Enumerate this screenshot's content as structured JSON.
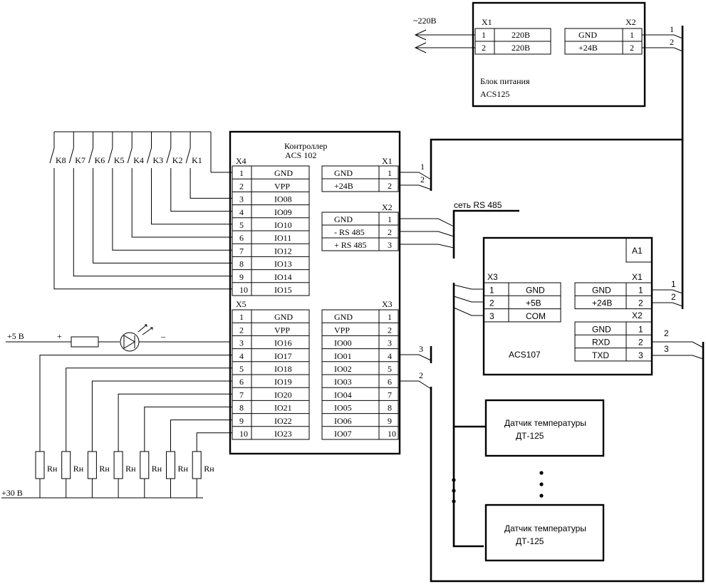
{
  "power_supply": {
    "input_label": "~220В",
    "left_connector": "X1",
    "right_connector": "X2",
    "left_pins": [
      {
        "num": "1",
        "label": "220В"
      },
      {
        "num": "2",
        "label": "220В"
      }
    ],
    "right_pins": [
      {
        "num": "1",
        "label": "GND"
      },
      {
        "num": "2",
        "label": "+24В"
      }
    ],
    "name_line1": "Блок питания",
    "name_line2": "ACS125",
    "wire_numbers": [
      "1",
      "2"
    ]
  },
  "controller": {
    "title_line1": "Контроллер",
    "title_line2": "ACS 102",
    "x4": {
      "name": "X4",
      "pins": [
        {
          "num": "1",
          "label": "GND"
        },
        {
          "num": "2",
          "label": "VPP"
        },
        {
          "num": "3",
          "label": "IO08"
        },
        {
          "num": "4",
          "label": "IO09"
        },
        {
          "num": "5",
          "label": "IO10"
        },
        {
          "num": "6",
          "label": "IO11"
        },
        {
          "num": "7",
          "label": "IO12"
        },
        {
          "num": "8",
          "label": "IO13"
        },
        {
          "num": "9",
          "label": "IO14"
        },
        {
          "num": "10",
          "label": "IO15"
        }
      ]
    },
    "x5": {
      "name": "X5",
      "pins": [
        {
          "num": "1",
          "label": "GND"
        },
        {
          "num": "2",
          "label": "VPP"
        },
        {
          "num": "3",
          "label": "IO16"
        },
        {
          "num": "4",
          "label": "IO17"
        },
        {
          "num": "5",
          "label": "IO18"
        },
        {
          "num": "6",
          "label": "IO19"
        },
        {
          "num": "7",
          "label": "IO20"
        },
        {
          "num": "8",
          "label": "IO21"
        },
        {
          "num": "9",
          "label": "IO22"
        },
        {
          "num": "10",
          "label": "IO23"
        }
      ]
    },
    "x1": {
      "name": "X1",
      "pins": [
        {
          "num": "1",
          "label": "GND"
        },
        {
          "num": "2",
          "label": "+24В"
        }
      ]
    },
    "x2": {
      "name": "X2",
      "pins": [
        {
          "num": "1",
          "label": "GND"
        },
        {
          "num": "2",
          "label": "- RS 485"
        },
        {
          "num": "3",
          "label": "+ RS 485"
        }
      ]
    },
    "x3": {
      "name": "X3",
      "pins": [
        {
          "num": "1",
          "label": "GND"
        },
        {
          "num": "2",
          "label": "VPP"
        },
        {
          "num": "3",
          "label": "IO00"
        },
        {
          "num": "4",
          "label": "IO01"
        },
        {
          "num": "5",
          "label": "IO02"
        },
        {
          "num": "6",
          "label": "IO03"
        },
        {
          "num": "7",
          "label": "IO04"
        },
        {
          "num": "8",
          "label": "IO05"
        },
        {
          "num": "9",
          "label": "IO06"
        },
        {
          "num": "10",
          "label": "IO07"
        }
      ]
    }
  },
  "keys": [
    "K8",
    "K7",
    "K6",
    "K5",
    "K4",
    "K3",
    "K2",
    "K1"
  ],
  "power_labels": {
    "plus5": "+5 В",
    "plus30": "+30 В",
    "plus": "+",
    "minus": "–"
  },
  "resistor_label": "Rн",
  "resistor_count": 7,
  "rs485_label": "сеть RS 485",
  "acs107": {
    "ref": "A1",
    "name": "ACS107",
    "x3": {
      "name": "X3",
      "pins": [
        {
          "num": "1",
          "label": "GND"
        },
        {
          "num": "2",
          "label": "+5В"
        },
        {
          "num": "3",
          "label": "COM"
        }
      ]
    },
    "x1": {
      "name": "X1",
      "pins": [
        {
          "num": "1",
          "label": "GND"
        },
        {
          "num": "2",
          "label": "+24В"
        }
      ]
    },
    "x2": {
      "name": "X2",
      "pins": [
        {
          "num": "1",
          "label": "GND"
        },
        {
          "num": "2",
          "label": "RXD"
        },
        {
          "num": "3",
          "label": "TXD"
        }
      ]
    }
  },
  "sensors": [
    {
      "line1": "Датчик температуры",
      "line2": "ДТ-125"
    },
    {
      "line1": "Датчик температуры",
      "line2": "ДТ-125"
    }
  ],
  "wire_numbers": {
    "ctrl_x1": [
      "1",
      "2"
    ],
    "a1_x1": [
      "1",
      "2"
    ],
    "a1_x2": [
      "2",
      "3"
    ],
    "ctrl_x3": [
      "3",
      "2"
    ]
  }
}
